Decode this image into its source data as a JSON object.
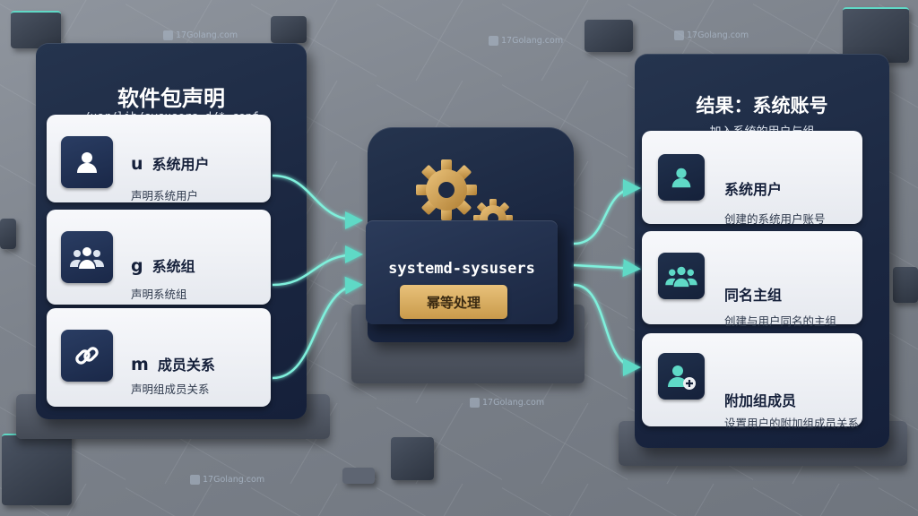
{
  "left_panel": {
    "title": "软件包声明",
    "subtitle": "/usr/lib/sysusers.d/*.conf",
    "items": [
      {
        "code": "u",
        "title": "系统用户",
        "desc": "声明系统用户",
        "icon": "user-icon"
      },
      {
        "code": "g",
        "title": "系统组",
        "desc": "声明系统组",
        "icon": "group-icon"
      },
      {
        "code": "m",
        "title": "成员关系",
        "desc": "声明组成员关系",
        "icon": "link-icon"
      }
    ]
  },
  "engine": {
    "label": "systemd-sysusers",
    "badge": "幂等处理",
    "icon": "gears-icon"
  },
  "right_panel": {
    "title": "结果：系统账号",
    "subtitle": "加入系统的用户与组",
    "items": [
      {
        "title": "系统用户",
        "desc": "创建的系统用户账号",
        "icon": "user-icon"
      },
      {
        "title": "同名主组",
        "desc": "创建与用户同名的主组",
        "icon": "group-icon"
      },
      {
        "title": "附加组成员",
        "desc": "设置用户的附加组成员关系",
        "icon": "user-plus-icon"
      }
    ]
  },
  "watermark": "17Golang.com",
  "colors": {
    "panel": "#1a2640",
    "card": "#eef0f4",
    "accent_teal": "#5fd9c6",
    "badge_gold": "#d9ad63",
    "gear_gold": "#c9963f"
  }
}
